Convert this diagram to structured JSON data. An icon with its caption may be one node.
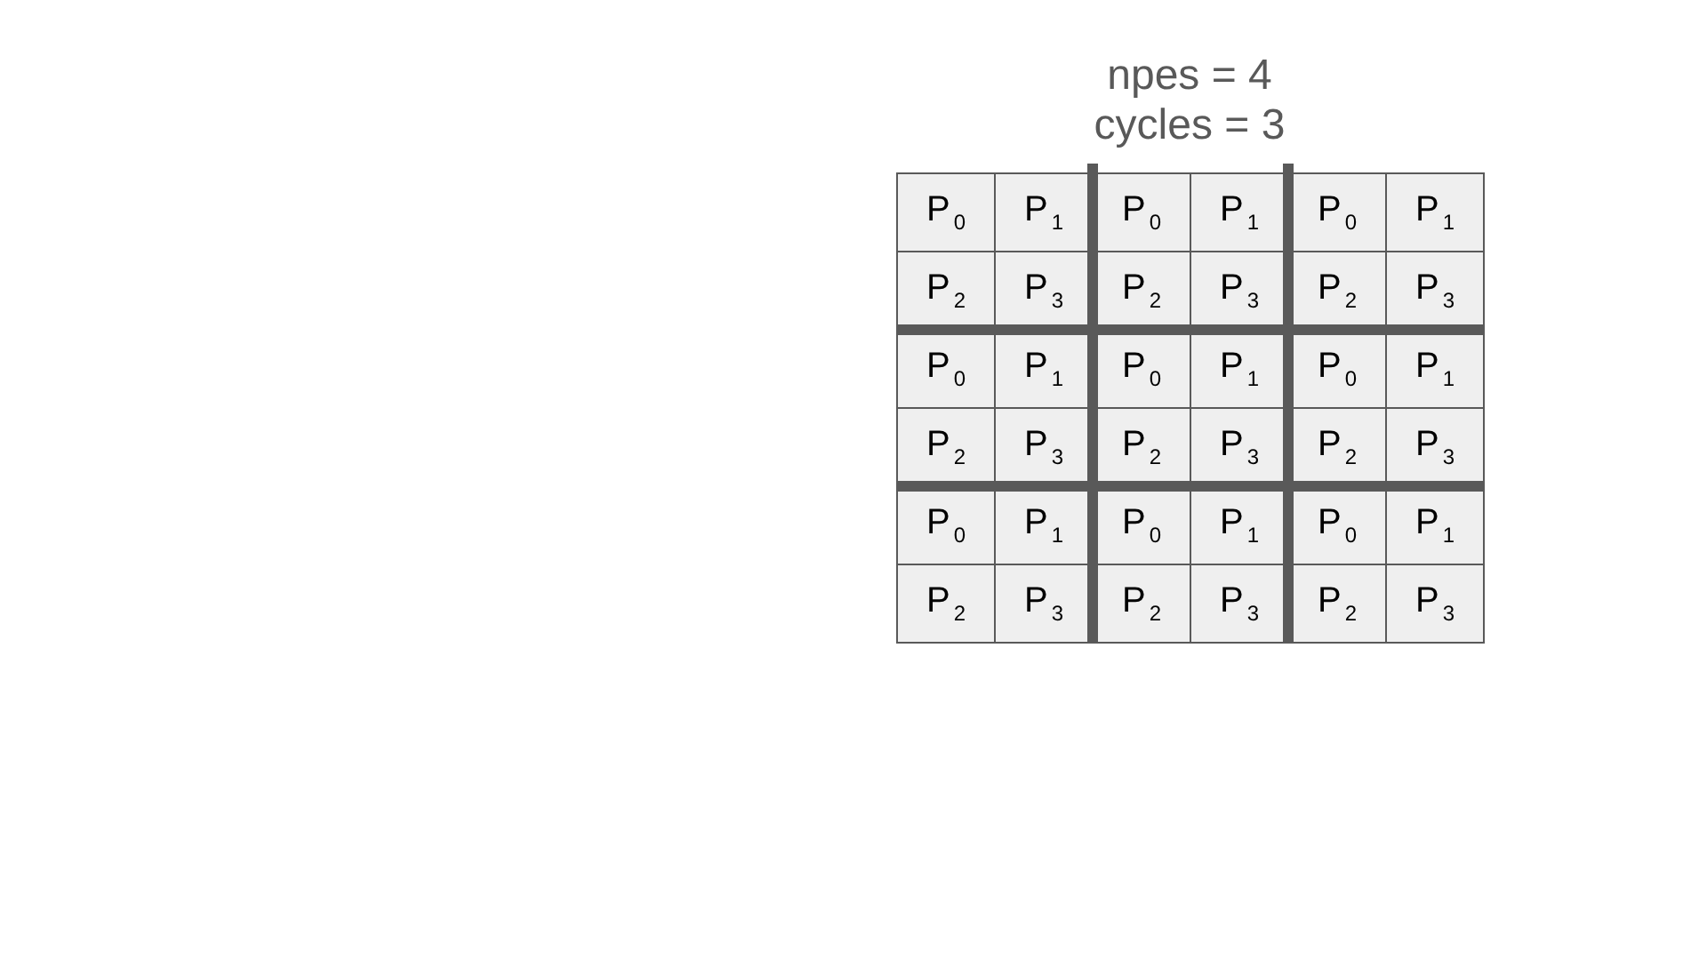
{
  "diagram": {
    "nodes": [
      {
        "text": [
          "P$_{0}$"
        ]
      },
      {
        "text": [
          "P$_{1}$"
        ]
      },
      {
        "text": [
          "P$_{0}$"
        ]
      },
      {
        "text": [
          "P$_{1}$"
        ]
      },
      {
        "text": [
          "P$_{0}$"
        ]
      },
      {
        "text": [
          "P$_{1}$"
        ]
      },
      {
        "text": [
          "P$_{2}$"
        ]
      },
      {
        "text": [
          "P$_{3}$"
        ]
      },
      {
        "text": [
          "P$_{2}$"
        ]
      },
      {
        "text": [
          "P$_{3}$"
        ]
      },
      {
        "text": [
          "P$_{2}$"
        ]
      },
      {
        "text": [
          "P$_{3}$"
        ]
      },
      {
        "text": [
          "P$_{0}$"
        ]
      },
      {
        "text": [
          "P$_{1}$"
        ]
      },
      {
        "text": [
          "P$_{0}$"
        ]
      },
      {
        "text": [
          "P$_{1}$"
        ]
      },
      {
        "text": [
          "P$_{0}$"
        ]
      },
      {
        "text": [
          "P$_{1}$"
        ]
      },
      {
        "text": [
          "P$_{2}$"
        ]
      },
      {
        "text": [
          "P$_{3}$"
        ]
      },
      {
        "text": [
          "P$_{2}$"
        ]
      },
      {
        "text": [
          "P$_{3}$"
        ]
      },
      {
        "text": [
          "P$_{2}$"
        ]
      },
      {
        "text": [
          "P$_{3}$"
        ]
      },
      {
        "text": [
          "P$_{0}$"
        ]
      },
      {
        "text": [
          "P$_{1}$"
        ]
      },
      {
        "text": [
          "P$_{0}$"
        ]
      },
      {
        "text": [
          "P$_{1}$"
        ]
      },
      {
        "text": [
          "P$_{0}$"
        ]
      },
      {
        "text": [
          "P$_{1}$"
        ]
      },
      {
        "text": [
          "P$_{2}$"
        ]
      },
      {
        "text": [
          "P$_{3}$"
        ]
      },
      {
        "text": [
          "P$_{2}$"
        ]
      },
      {
        "text": [
          "P$_{3}$"
        ]
      },
      {
        "text": [
          "P$_{2}$"
        ]
      },
      {
        "text": [
          "P$_{3}$"
        ]
      }
    ],
    "labels": [
      "npes = 4",
      "cycles = 3"
    ]
  }
}
